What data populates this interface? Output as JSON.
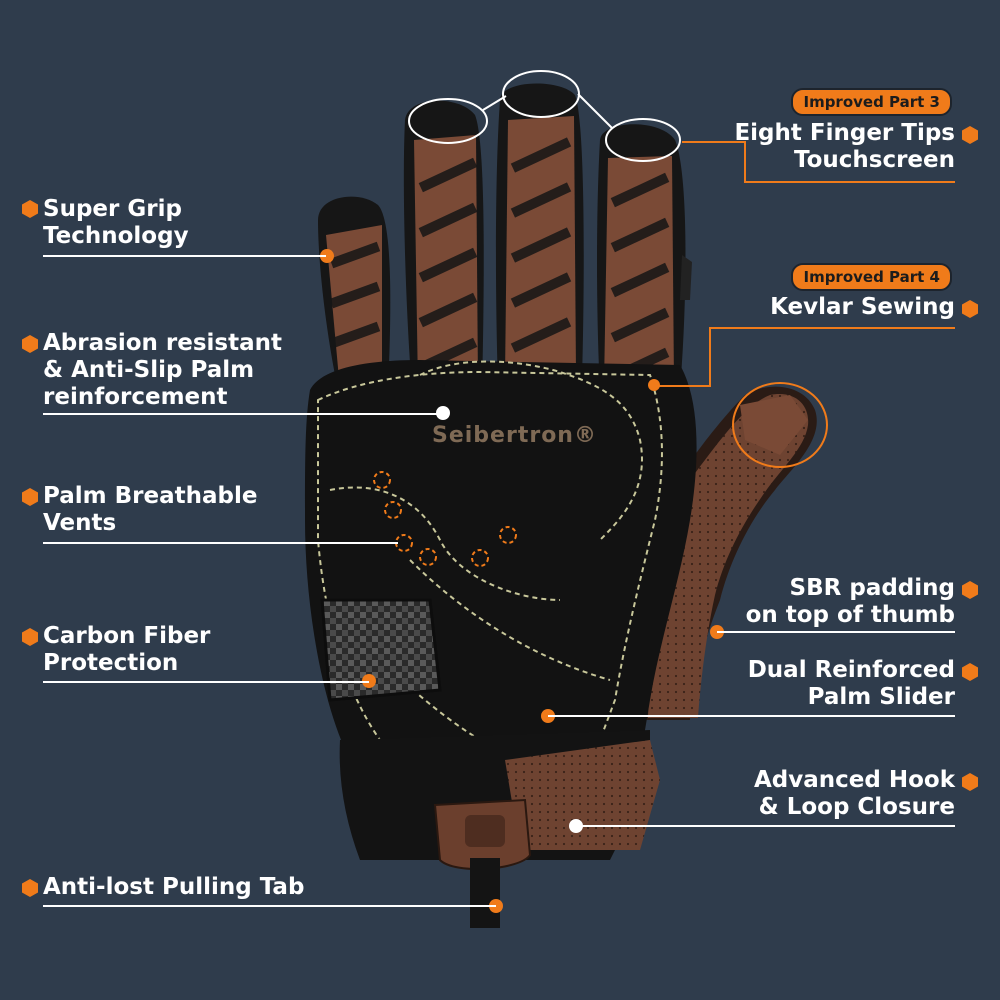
{
  "brand": "Seibertron®",
  "colors": {
    "background": "#2f3c4c",
    "accent": "#f07b1a",
    "text": "#ffffff",
    "leather": "#7a4a36",
    "glove_black": "#151515"
  },
  "callouts_left": [
    {
      "lines": [
        "Super Grip",
        "Technology"
      ]
    },
    {
      "lines": [
        "Abrasion resistant",
        "& Anti-Slip Palm",
        "reinforcement"
      ]
    },
    {
      "lines": [
        "Palm Breathable",
        "Vents"
      ]
    },
    {
      "lines": [
        "Carbon Fiber",
        "Protection"
      ]
    },
    {
      "lines": [
        "Anti-lost Pulling Tab"
      ]
    }
  ],
  "callouts_right": [
    {
      "badge": "Improved Part 3",
      "lines": [
        "Eight Finger Tips",
        "Touchscreen"
      ]
    },
    {
      "badge": "Improved Part 4",
      "lines": [
        "Kevlar Sewing"
      ]
    },
    {
      "lines": [
        "SBR padding",
        "on top of thumb"
      ]
    },
    {
      "lines": [
        "Dual Reinforced",
        "Palm Slider"
      ]
    },
    {
      "lines": [
        "Advanced Hook",
        "& Loop Closure"
      ]
    }
  ]
}
